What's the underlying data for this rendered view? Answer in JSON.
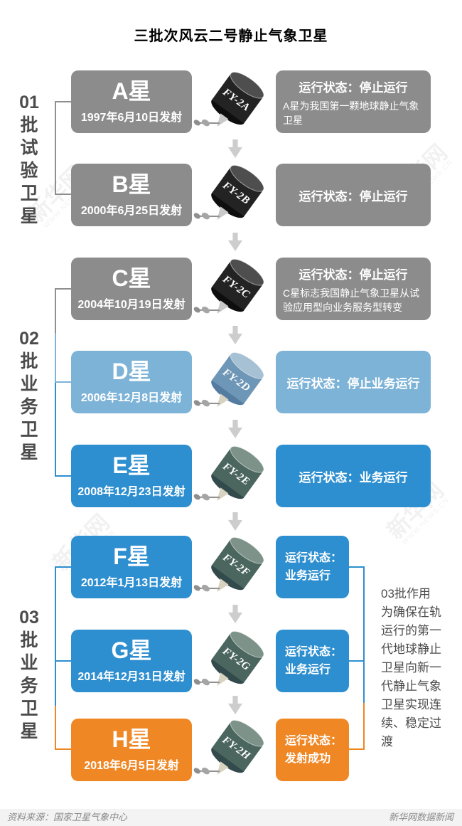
{
  "title": "三批次风云二号静止气象卫星",
  "groups": [
    {
      "label": "01批试验卫星"
    },
    {
      "label": "02批业务卫星"
    },
    {
      "label": "03批业务卫星"
    }
  ],
  "satellites": [
    {
      "name": "A星",
      "date": "1997年6月10日发射",
      "model": "FY-2A",
      "status_main": "运行状态：停止运行",
      "status_desc": "A星为我国第一颗地球静止气象卫星"
    },
    {
      "name": "B星",
      "date": "2000年6月25日发射",
      "model": "FY-2B",
      "status_main": "运行状态：停止运行"
    },
    {
      "name": "C星",
      "date": "2004年10月19日发射",
      "model": "FY-2C",
      "status_main": "运行状态：停止运行",
      "status_desc": "C星标志我国静止气象卫星从试验应用型向业务服务型转变"
    },
    {
      "name": "D星",
      "date": "2006年12月8日发射",
      "model": "FY-2D",
      "status_main": "运行状态：停止业务运行"
    },
    {
      "name": "E星",
      "date": "2008年12月23日发射",
      "model": "FY-2E",
      "status_main": "运行状态：业务运行"
    },
    {
      "name": "F星",
      "date": "2012年1月13日发射",
      "model": "FY-2F",
      "status_main": "运行状态：业务运行"
    },
    {
      "name": "G星",
      "date": "2014年12月31日发射",
      "model": "FY-2G",
      "status_main": "运行状态：业务运行"
    },
    {
      "name": "H星",
      "date": "2018年6月5日发射",
      "model": "FY-2H",
      "status_main": "运行状态：发射成功"
    }
  ],
  "note03": "03批作用\n为确保在轨\n运行的第一\n代地球静止\n卫星向新一\n代静止气象\n卫星实现连\n续、稳定过\n渡",
  "watermark": {
    "text": "新华网",
    "sub": "WWW.NEWS.CN"
  },
  "footer": {
    "source": "资料来源：国家卫星气象中心",
    "credit": "新华网数据新闻"
  },
  "colors": {
    "gray": "#8c8c8c",
    "light_blue": "#7db3d7",
    "blue": "#2e8fd0",
    "orange": "#ef8725",
    "arrow": "#cdcdcd"
  }
}
